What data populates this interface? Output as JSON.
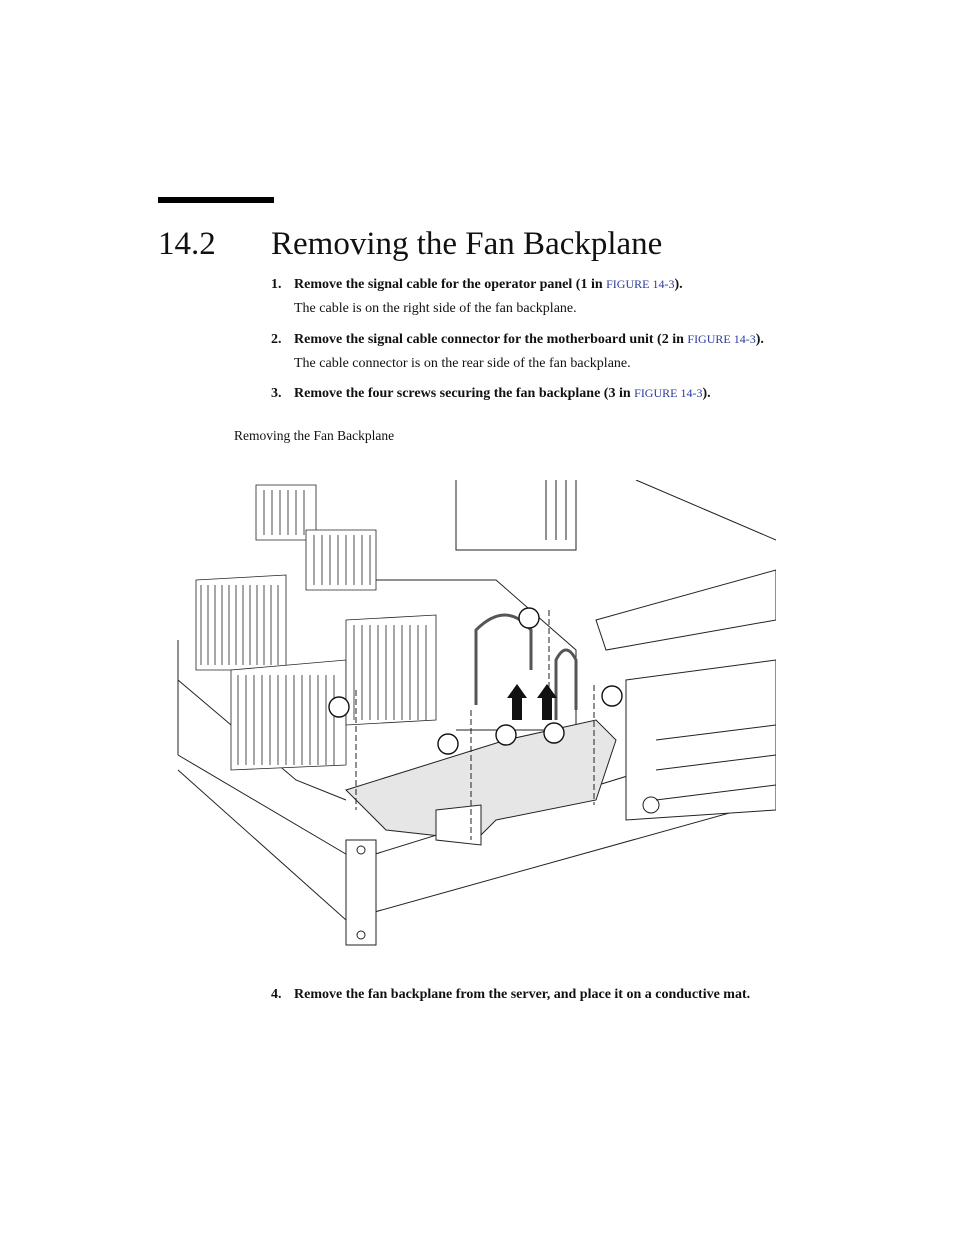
{
  "section": {
    "number": "14.2",
    "title": "Removing the Fan Backplane"
  },
  "steps": [
    {
      "num": "1.",
      "text": "Remove the signal cable for the operator panel (1 in ",
      "ref": "FIGURE 14-3",
      "close": ").",
      "note": "The cable is on the right side of the fan backplane."
    },
    {
      "num": "2.",
      "text": "Remove the signal cable connector for the motherboard unit (2 in ",
      "ref": "FIGURE 14-3",
      "close": ").",
      "note": "The cable connector is on the rear side of the fan backplane."
    },
    {
      "num": "3.",
      "text": "Remove the four screws securing the fan backplane (3 in ",
      "ref": "FIGURE 14-3",
      "close": ")."
    },
    {
      "num": "4.",
      "text": "Remove the fan backplane from the server, and place it on a conductive mat."
    }
  ],
  "figure": {
    "caption": "Removing the Fan Backplane",
    "icon": "fan-backplane-illustration"
  }
}
